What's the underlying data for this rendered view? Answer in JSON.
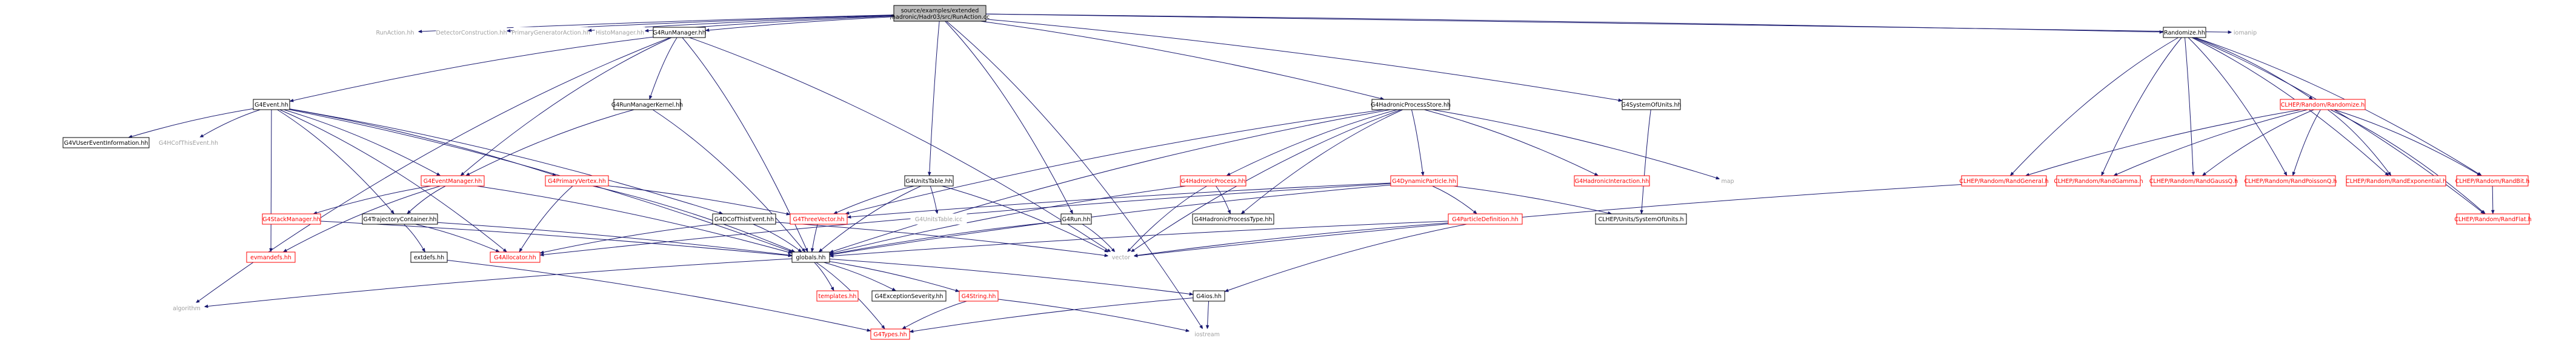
{
  "diagram": {
    "colors": {
      "edge": "#191970",
      "root_fill": "#bfbfbf",
      "default_text": "#000000",
      "default_border": "#000000",
      "unresolved_text": "#a0a0a0",
      "unresolved_border": "#ffffff",
      "local_border": "#ff0000",
      "local_text": "#ff0000"
    },
    "nodes": [
      {
        "id": "root",
        "label_lines": [
          "source/examples/extended",
          "/hadronic/Hadr03/src/RunAction.cc"
        ],
        "kind": "root"
      },
      {
        "id": "RunAction",
        "label_lines": [
          "RunAction.hh"
        ],
        "kind": "unresolved"
      },
      {
        "id": "DetectorConstruction",
        "label_lines": [
          "DetectorConstruction.hh"
        ],
        "kind": "unresolved"
      },
      {
        "id": "PrimaryGeneratorAction",
        "label_lines": [
          "PrimaryGeneratorAction.hh"
        ],
        "kind": "unresolved"
      },
      {
        "id": "HistoManager",
        "label_lines": [
          "HistoManager.hh"
        ],
        "kind": "unresolved"
      },
      {
        "id": "G4RunManager",
        "label_lines": [
          "G4RunManager.hh"
        ],
        "kind": "normal"
      },
      {
        "id": "G4HadronicProcessStore",
        "label_lines": [
          "G4HadronicProcessStore.hh"
        ],
        "kind": "normal"
      },
      {
        "id": "G4SystemOfUnits",
        "label_lines": [
          "G4SystemOfUnits.hh"
        ],
        "kind": "normal"
      },
      {
        "id": "Randomize",
        "label_lines": [
          "Randomize.hh"
        ],
        "kind": "normal"
      },
      {
        "id": "iomanip",
        "label_lines": [
          "iomanip"
        ],
        "kind": "unresolved"
      },
      {
        "id": "G4Event",
        "label_lines": [
          "G4Event.hh"
        ],
        "kind": "normal"
      },
      {
        "id": "G4RunManagerKernel",
        "label_lines": [
          "G4RunManagerKernel.hh"
        ],
        "kind": "normal"
      },
      {
        "id": "G4UnitsTable",
        "label_lines": [
          "G4UnitsTable.hh"
        ],
        "kind": "normal"
      },
      {
        "id": "G4Run",
        "label_lines": [
          "G4Run.hh"
        ],
        "kind": "normal"
      },
      {
        "id": "G4VUserEventInformation",
        "label_lines": [
          "G4VUserEventInformation.hh"
        ],
        "kind": "normal"
      },
      {
        "id": "G4HCofThisEvent",
        "label_lines": [
          "G4HCofThisEvent.hh"
        ],
        "kind": "unresolved"
      },
      {
        "id": "G4EventManager",
        "label_lines": [
          "G4EventManager.hh"
        ],
        "kind": "local"
      },
      {
        "id": "G4PrimaryVertex",
        "label_lines": [
          "G4PrimaryVertex.hh"
        ],
        "kind": "local"
      },
      {
        "id": "G4DCofThisEvent",
        "label_lines": [
          "G4DCofThisEvent.hh"
        ],
        "kind": "normal"
      },
      {
        "id": "G4StackManager",
        "label_lines": [
          "G4StackManager.hh"
        ],
        "kind": "local"
      },
      {
        "id": "G4TrajectoryContainer",
        "label_lines": [
          "G4TrajectoryContainer.hh"
        ],
        "kind": "normal"
      },
      {
        "id": "G4ThreeVector",
        "label_lines": [
          "G4ThreeVector.hh"
        ],
        "kind": "local"
      },
      {
        "id": "G4UnitsTable_icc",
        "label_lines": [
          "G4UnitsTable.icc"
        ],
        "kind": "unresolved"
      },
      {
        "id": "G4HadronicProcess",
        "label_lines": [
          "G4HadronicProcess.hh"
        ],
        "kind": "local"
      },
      {
        "id": "G4HadronicProcessType",
        "label_lines": [
          "G4HadronicProcessType.hh"
        ],
        "kind": "normal"
      },
      {
        "id": "G4DynamicParticle",
        "label_lines": [
          "G4DynamicParticle.hh"
        ],
        "kind": "local"
      },
      {
        "id": "G4HadronicInteraction",
        "label_lines": [
          "G4HadronicInteraction.hh"
        ],
        "kind": "local"
      },
      {
        "id": "map",
        "label_lines": [
          "map"
        ],
        "kind": "unresolved"
      },
      {
        "id": "G4ParticleDefinition",
        "label_lines": [
          "G4ParticleDefinition.hh"
        ],
        "kind": "local"
      },
      {
        "id": "CLHEP_Units_SystemOfUnits",
        "label_lines": [
          "CLHEP/Units/SystemOfUnits.h"
        ],
        "kind": "normal"
      },
      {
        "id": "evmandefs",
        "label_lines": [
          "evmandefs.hh"
        ],
        "kind": "local"
      },
      {
        "id": "extdefs",
        "label_lines": [
          "extdefs.hh"
        ],
        "kind": "normal"
      },
      {
        "id": "G4Allocator",
        "label_lines": [
          "G4Allocator.hh"
        ],
        "kind": "local"
      },
      {
        "id": "globals",
        "label_lines": [
          "globals.hh"
        ],
        "kind": "normal"
      },
      {
        "id": "vector",
        "label_lines": [
          "vector"
        ],
        "kind": "unresolved"
      },
      {
        "id": "algorithm",
        "label_lines": [
          "algorithm"
        ],
        "kind": "unresolved"
      },
      {
        "id": "templates",
        "label_lines": [
          "templates.hh"
        ],
        "kind": "local"
      },
      {
        "id": "G4ExceptionSeverity",
        "label_lines": [
          "G4ExceptionSeverity.hh"
        ],
        "kind": "normal"
      },
      {
        "id": "G4String",
        "label_lines": [
          "G4String.hh"
        ],
        "kind": "local"
      },
      {
        "id": "G4ios",
        "label_lines": [
          "G4ios.hh"
        ],
        "kind": "normal"
      },
      {
        "id": "G4Types",
        "label_lines": [
          "G4Types.hh"
        ],
        "kind": "local"
      },
      {
        "id": "iostream",
        "label_lines": [
          "iostream"
        ],
        "kind": "unresolved"
      },
      {
        "id": "CLHEP_Random_Randomize",
        "label_lines": [
          "CLHEP/Random/Randomize.h"
        ],
        "kind": "local"
      },
      {
        "id": "CLHEP_Random_RandGeneral",
        "label_lines": [
          "CLHEP/Random/RandGeneral.h"
        ],
        "kind": "local"
      },
      {
        "id": "CLHEP_Random_RandGamma",
        "label_lines": [
          "CLHEP/Random/RandGamma.h"
        ],
        "kind": "local"
      },
      {
        "id": "CLHEP_Random_RandGaussQ",
        "label_lines": [
          "CLHEP/Random/RandGaussQ.h"
        ],
        "kind": "local"
      },
      {
        "id": "CLHEP_Random_RandPoissonQ",
        "label_lines": [
          "CLHEP/Random/RandPoissonQ.h"
        ],
        "kind": "local"
      },
      {
        "id": "CLHEP_Random_RandExponential",
        "label_lines": [
          "CLHEP/Random/RandExponential.h"
        ],
        "kind": "local"
      },
      {
        "id": "CLHEP_Random_RandBit",
        "label_lines": [
          "CLHEP/Random/RandBit.h"
        ],
        "kind": "local"
      },
      {
        "id": "CLHEP_Random_RandFlat",
        "label_lines": [
          "CLHEP/Random/RandFlat.h"
        ],
        "kind": "local"
      }
    ],
    "edges": [
      [
        "root",
        "RunAction"
      ],
      [
        "root",
        "DetectorConstruction"
      ],
      [
        "root",
        "PrimaryGeneratorAction"
      ],
      [
        "root",
        "HistoManager"
      ],
      [
        "root",
        "G4RunManager"
      ],
      [
        "root",
        "G4HadronicProcessStore"
      ],
      [
        "root",
        "G4SystemOfUnits"
      ],
      [
        "root",
        "Randomize"
      ],
      [
        "root",
        "iomanip"
      ],
      [
        "root",
        "G4UnitsTable"
      ],
      [
        "root",
        "G4Run"
      ],
      [
        "G4RunManager",
        "G4Event"
      ],
      [
        "G4RunManager",
        "G4RunManagerKernel"
      ],
      [
        "G4RunManager",
        "G4EventManager"
      ],
      [
        "G4RunManager",
        "globals"
      ],
      [
        "G4RunManager",
        "vector"
      ],
      [
        "G4RunManager",
        "algorithm"
      ],
      [
        "G4Event",
        "G4VUserEventInformation"
      ],
      [
        "G4Event",
        "G4HCofThisEvent"
      ],
      [
        "G4Event",
        "G4EventManager"
      ],
      [
        "G4Event",
        "G4PrimaryVertex"
      ],
      [
        "G4Event",
        "G4DCofThisEvent"
      ],
      [
        "G4Event",
        "G4TrajectoryContainer"
      ],
      [
        "G4Event",
        "G4Allocator"
      ],
      [
        "G4Event",
        "globals"
      ],
      [
        "G4Event",
        "evmandefs"
      ],
      [
        "G4RunManagerKernel",
        "G4EventManager"
      ],
      [
        "G4RunManagerKernel",
        "globals"
      ],
      [
        "G4EventManager",
        "G4StackManager"
      ],
      [
        "G4EventManager",
        "G4TrajectoryContainer"
      ],
      [
        "G4EventManager",
        "evmandefs"
      ],
      [
        "G4EventManager",
        "globals"
      ],
      [
        "G4PrimaryVertex",
        "G4Allocator"
      ],
      [
        "G4PrimaryVertex",
        "G4ThreeVector"
      ],
      [
        "G4PrimaryVertex",
        "globals"
      ],
      [
        "G4DCofThisEvent",
        "G4Allocator"
      ],
      [
        "G4DCofThisEvent",
        "globals"
      ],
      [
        "G4DCofThisEvent",
        "vector"
      ],
      [
        "G4StackManager",
        "globals"
      ],
      [
        "G4TrajectoryContainer",
        "G4Allocator"
      ],
      [
        "G4TrajectoryContainer",
        "extdefs"
      ],
      [
        "G4TrajectoryContainer",
        "globals"
      ],
      [
        "G4ThreeVector",
        "globals"
      ],
      [
        "G4UnitsTable",
        "globals"
      ],
      [
        "G4UnitsTable",
        "G4ThreeVector"
      ],
      [
        "G4UnitsTable",
        "G4UnitsTable_icc"
      ],
      [
        "G4UnitsTable",
        "vector"
      ],
      [
        "G4Run",
        "globals"
      ],
      [
        "G4Run",
        "vector"
      ],
      [
        "G4HadronicProcessStore",
        "globals"
      ],
      [
        "G4HadronicProcessStore",
        "G4HadronicProcess"
      ],
      [
        "G4HadronicProcessStore",
        "G4HadronicProcessType"
      ],
      [
        "G4HadronicProcessStore",
        "G4DynamicParticle"
      ],
      [
        "G4HadronicProcessStore",
        "G4HadronicInteraction"
      ],
      [
        "G4HadronicProcessStore",
        "map"
      ],
      [
        "G4HadronicProcessStore",
        "G4ThreeVector"
      ],
      [
        "G4HadronicProcessStore",
        "vector"
      ],
      [
        "G4HadronicProcess",
        "G4HadronicProcessType"
      ],
      [
        "G4HadronicProcess",
        "globals"
      ],
      [
        "G4HadronicProcess",
        "vector"
      ],
      [
        "G4DynamicParticle",
        "G4ParticleDefinition"
      ],
      [
        "G4DynamicParticle",
        "G4Allocator"
      ],
      [
        "G4DynamicParticle",
        "globals"
      ],
      [
        "G4DynamicParticle",
        "CLHEP_Units_SystemOfUnits"
      ],
      [
        "G4DynamicParticle",
        "G4ThreeVector"
      ],
      [
        "G4ParticleDefinition",
        "globals"
      ],
      [
        "G4ParticleDefinition",
        "G4ios"
      ],
      [
        "G4ParticleDefinition",
        "vector"
      ],
      [
        "G4SystemOfUnits",
        "CLHEP_Units_SystemOfUnits"
      ],
      [
        "extdefs",
        "G4Types"
      ],
      [
        "globals",
        "algorithm"
      ],
      [
        "globals",
        "templates"
      ],
      [
        "globals",
        "G4ExceptionSeverity"
      ],
      [
        "globals",
        "G4String"
      ],
      [
        "globals",
        "G4ios"
      ],
      [
        "globals",
        "G4Types"
      ],
      [
        "G4String",
        "G4Types"
      ],
      [
        "G4String",
        "iostream"
      ],
      [
        "G4ios",
        "G4Types"
      ],
      [
        "G4ios",
        "iostream"
      ],
      [
        "root",
        "iostream"
      ],
      [
        "Randomize",
        "CLHEP_Random_Randomize"
      ],
      [
        "Randomize",
        "CLHEP_Random_RandGeneral"
      ],
      [
        "Randomize",
        "CLHEP_Random_RandGamma"
      ],
      [
        "Randomize",
        "CLHEP_Random_RandGaussQ"
      ],
      [
        "Randomize",
        "CLHEP_Random_RandPoissonQ"
      ],
      [
        "Randomize",
        "CLHEP_Random_RandExponential"
      ],
      [
        "Randomize",
        "CLHEP_Random_RandBit"
      ],
      [
        "Randomize",
        "CLHEP_Random_RandFlat"
      ],
      [
        "CLHEP_Random_Randomize",
        "CLHEP_Random_RandGeneral"
      ],
      [
        "CLHEP_Random_Randomize",
        "CLHEP_Random_RandGamma"
      ],
      [
        "CLHEP_Random_Randomize",
        "CLHEP_Random_RandGaussQ"
      ],
      [
        "CLHEP_Random_Randomize",
        "CLHEP_Random_RandPoissonQ"
      ],
      [
        "CLHEP_Random_Randomize",
        "CLHEP_Random_RandExponential"
      ],
      [
        "CLHEP_Random_Randomize",
        "CLHEP_Random_RandBit"
      ],
      [
        "CLHEP_Random_Randomize",
        "CLHEP_Random_RandFlat"
      ],
      [
        "CLHEP_Random_RandGeneral",
        "vector"
      ],
      [
        "CLHEP_Random_RandBit",
        "CLHEP_Random_RandFlat"
      ]
    ]
  }
}
